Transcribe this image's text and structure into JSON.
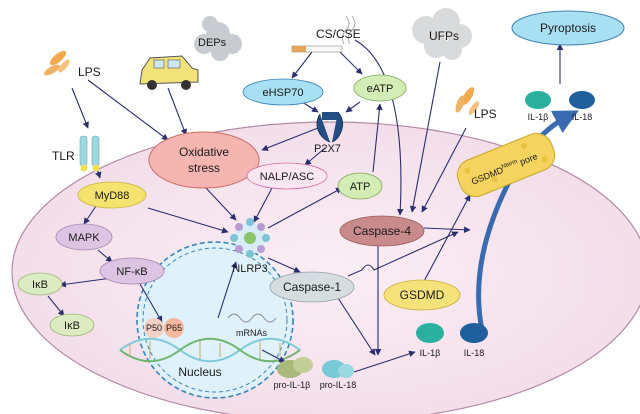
{
  "labels": {
    "cs_cse": "CS/CSE",
    "deps": "DEPs",
    "ufps": "UFPs",
    "pyroptosis": "Pyroptosis",
    "lps_top": "LPS",
    "lps_right": "LPS",
    "tlr": "TLR",
    "ehsp70": "eHSP70",
    "eatp": "eATP",
    "p2x7": "P2X7",
    "oxidative_1": "Oxidative",
    "oxidative_2": "stress",
    "myd88": "MyD88",
    "nalp_asc": "NALP/ASC",
    "atp": "ATP",
    "caspase4": "Caspase-4",
    "mapk": "MAPK",
    "nfkb": "NF-κB",
    "ikb_1": "IκB",
    "ikb_2": "IκB",
    "nlrp3": "NLRP3",
    "caspase1": "Caspase-1",
    "gsdmd": "GSDMD",
    "gsdmd_pore_a": "GSDMD",
    "gsdmd_pore_sup": "Nterm",
    "gsdmd_pore_b": " pore",
    "p50": "P50",
    "p65": "P65",
    "mrnas": "mRNAs",
    "nucleus": "Nucleus",
    "pro_il1b": "pro-IL-1β",
    "pro_il18": "pro-IL-18",
    "il1b_in": "IL-1β",
    "il18_in": "IL-18",
    "il1b_out": "IL-1β",
    "il18_out": "IL-18"
  },
  "colors": {
    "cell_fill": "#f6e4ee",
    "cell_stroke": "#b48aa6",
    "teal": "#2bb0a0",
    "navy": "#1f5f9e",
    "arrow": "#2a2e6e",
    "pore": "#f4d35e",
    "pyroptosis_fill": "#a9dff2"
  },
  "icons": [
    "bacteria-icon",
    "car-icon",
    "smoke-cloud-icon",
    "cigarette-icon",
    "particles-cloud-icon",
    "receptor-icon",
    "channel-icon",
    "inflammasome-icon",
    "dna-icon"
  ]
}
